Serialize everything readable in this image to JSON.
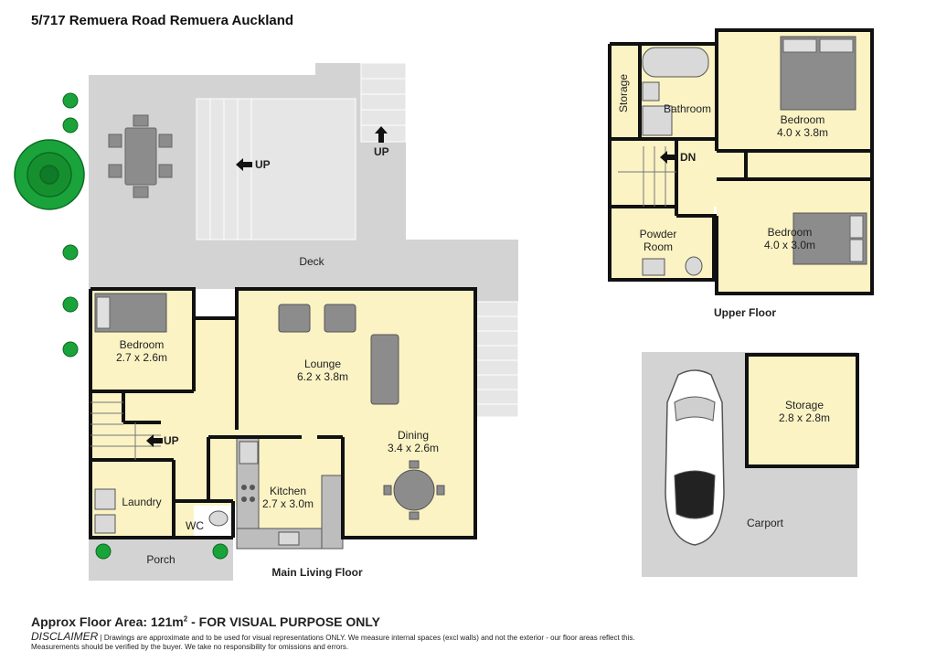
{
  "header": {
    "title": "5/717 Remuera Road Remuera Auckland"
  },
  "floors": {
    "main": "Main Living Floor",
    "upper": "Upper Floor"
  },
  "rooms": {
    "deck": {
      "name": "Deck"
    },
    "bedroom_main": {
      "name": "Bedroom",
      "size": "2.7 x 2.6m"
    },
    "lounge": {
      "name": "Lounge",
      "size": "6.2 x 3.8m"
    },
    "dining": {
      "name": "Dining",
      "size": "3.4 x 2.6m"
    },
    "kitchen": {
      "name": "Kitchen",
      "size": "2.7 x 3.0m"
    },
    "laundry": {
      "name": "Laundry"
    },
    "wc": {
      "name": "WC"
    },
    "porch": {
      "name": "Porch"
    },
    "storage_upper": {
      "name": "Storage"
    },
    "bathroom": {
      "name": "Bathroom"
    },
    "bedroom_up1": {
      "name": "Bedroom",
      "size": "4.0 x 3.8m"
    },
    "bedroom_up2": {
      "name": "Bedroom",
      "size": "4.0 x 3.0m"
    },
    "powder": {
      "line1": "Powder",
      "line2": "Room"
    },
    "storage_carport": {
      "name": "Storage",
      "size": "2.8 x 2.8m"
    },
    "carport": {
      "name": "Carport"
    }
  },
  "stairs": {
    "up": "UP",
    "dn": "DN"
  },
  "footer": {
    "area_prefix": "Approx Floor Area: 121m",
    "area_sup": "2",
    "area_suffix": " - FOR VISUAL PURPOSE ONLY",
    "disclaimer_title": "DISCLAIMER",
    "disclaimer_text": "| Drawings are approximate and to be used for visual representations ONLY. We measure internal spaces (excl walls) and not the exterior - our floor areas reflect this.",
    "disclaimer_text2": "Measurements should be verified by the buyer. We take no responsibility for omissions and errors."
  },
  "colors": {
    "floor": "#fbf3c4",
    "deck": "#d3d3d3",
    "wall": "#111111",
    "furniture": "#8c8c8c",
    "plant": "#1aa33a"
  }
}
